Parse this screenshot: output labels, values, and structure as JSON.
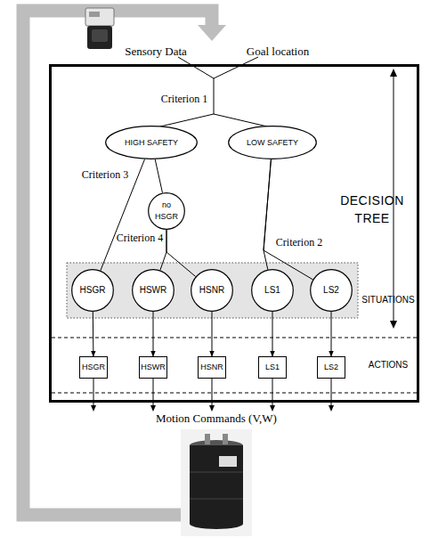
{
  "diagram": {
    "nodes": [
      {
        "text": [
          "DECISION TREE"
        ]
      },
      {
        "text": [
          "HIGH SAFETY"
        ],
        "in": 0
      },
      {
        "text": [
          "LOW SAFETY"
        ],
        "in": 0
      },
      {
        "text": [
          "no HSGR"
        ],
        "in": 0
      },
      {
        "text": [
          "HSGR"
        ],
        "in": 0
      },
      {
        "text": [
          "HSWR"
        ],
        "in": 0
      },
      {
        "text": [
          "HSNR"
        ],
        "in": 0
      },
      {
        "text": [
          "LS1"
        ],
        "in": 0
      },
      {
        "text": [
          "LS2"
        ],
        "in": 0
      },
      {
        "text": [
          "HSGR"
        ],
        "in": 0
      },
      {
        "text": [
          "HSWR"
        ],
        "in": 0
      },
      {
        "text": [
          "HSNR"
        ],
        "in": 0
      },
      {
        "text": [
          "LS1"
        ],
        "in": 0
      },
      {
        "text": [
          "LS2"
        ],
        "in": 0
      }
    ],
    "edges": [
      {
        "from": 1,
        "to": 3,
        "arrow": "none"
      },
      {
        "from": 1,
        "to": 4,
        "arrow": "none"
      },
      {
        "from": 3,
        "to": 5,
        "arrow": "none"
      },
      {
        "from": 3,
        "to": 6,
        "arrow": "none"
      },
      {
        "from": 2,
        "to": 7,
        "arrow": "none"
      },
      {
        "from": 2,
        "to": 8,
        "arrow": "none"
      },
      {
        "from": 4,
        "to": 9,
        "arrow": "to"
      },
      {
        "from": 5,
        "to": 10,
        "arrow": "to"
      },
      {
        "from": 6,
        "to": 11,
        "arrow": "to"
      },
      {
        "from": 7,
        "to": 12,
        "arrow": "to"
      },
      {
        "from": 8,
        "to": 13,
        "arrow": "to"
      }
    ],
    "labels": [
      "Sensory Data",
      "Goal location",
      "Criterion 1",
      "Criterion 3",
      "Criterion 4",
      "Criterion 2",
      "SITUATIONS",
      "ACTIONS",
      "Motion Commands (V,W)"
    ]
  }
}
